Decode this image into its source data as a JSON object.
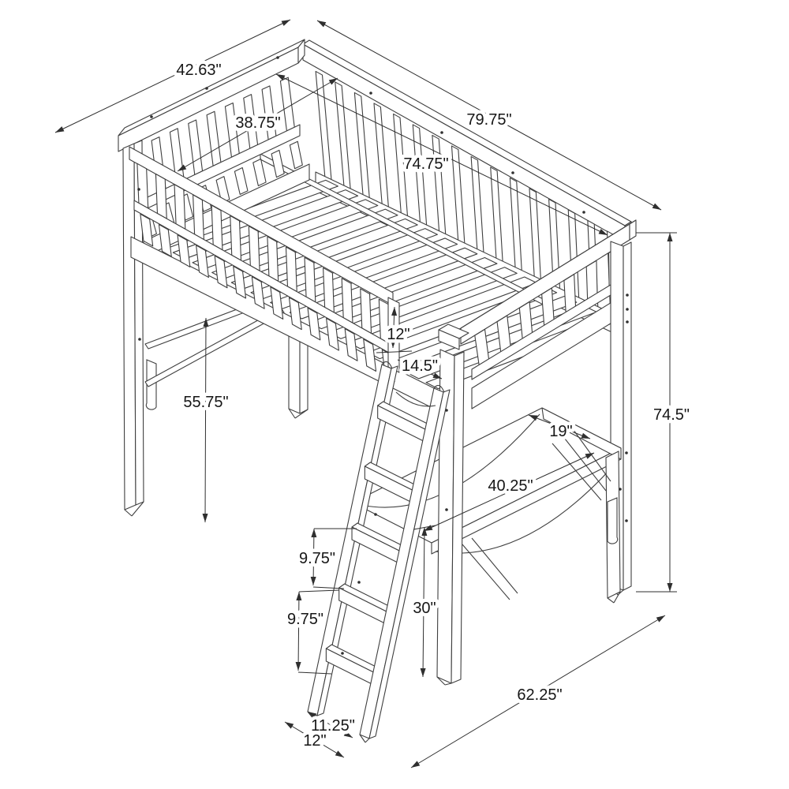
{
  "page": {
    "background": "#ffffff"
  },
  "diagram": {
    "type": "isometric-line-drawing",
    "subject": "loft-bed-with-ladder-and-desk",
    "line_color": "#3f3f3f",
    "dimension_labels": {
      "headboard_width": "42.63\"",
      "overall_length": "79.75\"",
      "inner_width": "38.75\"",
      "inner_length": "74.75\"",
      "guardrail_height": "12\"",
      "ladder_opening_width": "14.5\"",
      "underbed_clearance": "55.75\"",
      "overall_height": "74.5\"",
      "desk_depth": "19\"",
      "desk_width": "40.25\"",
      "desk_height": "30\"",
      "step_spacing_upper": "9.75\"",
      "step_spacing_lower": "9.75\"",
      "ladder_tread_depth": "11.25\"",
      "ladder_base_depth": "12\"",
      "overall_depth": "62.25\""
    }
  }
}
